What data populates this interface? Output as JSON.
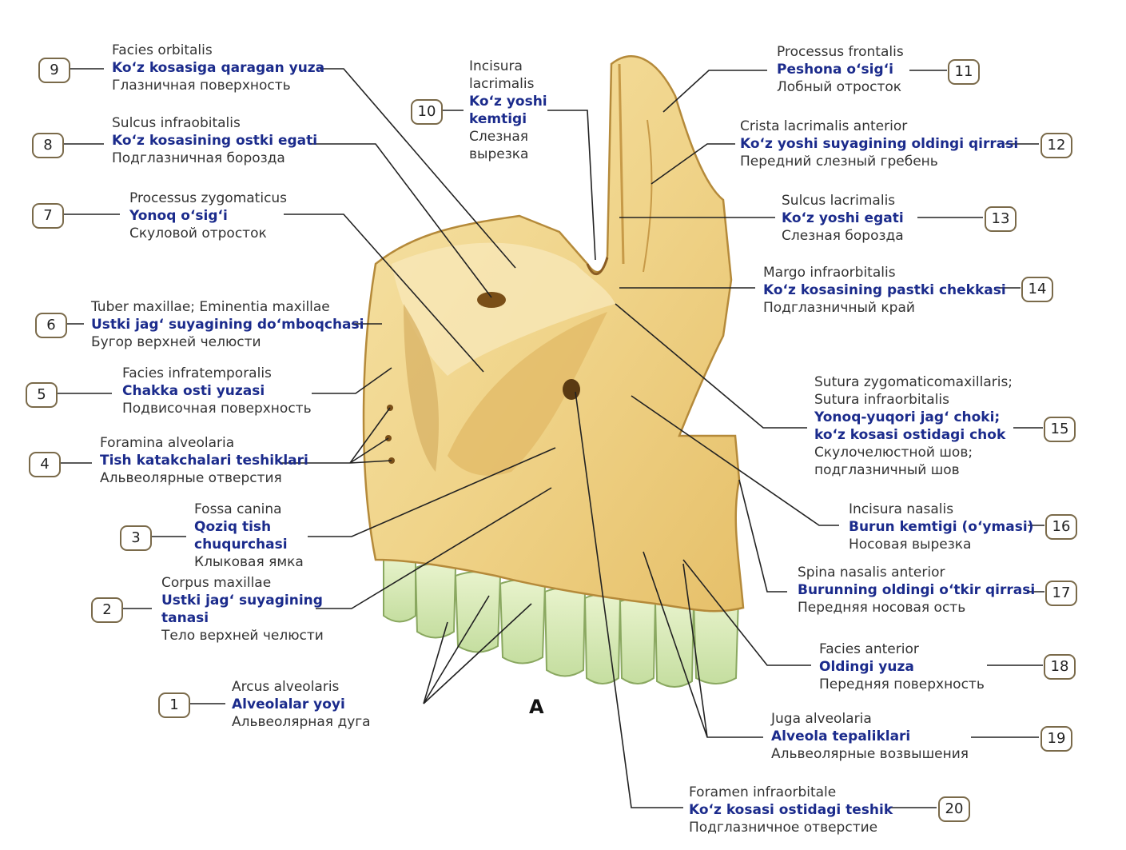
{
  "figure_letter": "A",
  "labels": [
    {
      "n": "9",
      "lat": [
        "Facies orbitalis"
      ],
      "uz": [
        "Ko‘z kosasiga qaragan yuza"
      ],
      "ru": [
        "Глазничная поверхность"
      ]
    },
    {
      "n": "8",
      "lat": [
        "Sulcus infraobitalis"
      ],
      "uz": [
        "Ko‘z kosasining ostki egati"
      ],
      "ru": [
        "Подглазничная борозда"
      ]
    },
    {
      "n": "7",
      "lat": [
        "Processus zygomaticus"
      ],
      "uz": [
        "Yonoq o‘sig‘i"
      ],
      "ru": [
        "Скуловой отросток"
      ]
    },
    {
      "n": "6",
      "lat": [
        "Tuber maxillae; Eminentia maxillae"
      ],
      "uz": [
        "Ustki jag‘ suyagining do‘mboqchasi"
      ],
      "ru": [
        "Бугор верхней челюсти"
      ]
    },
    {
      "n": "5",
      "lat": [
        "Facies infratemporalis"
      ],
      "uz": [
        "Chakka osti yuzasi"
      ],
      "ru": [
        "Подвисочная поверхность"
      ]
    },
    {
      "n": "4",
      "lat": [
        "Foramina alveolaria"
      ],
      "uz": [
        "Tish katakchalari teshiklari"
      ],
      "ru": [
        "Альвеолярные отверстия"
      ]
    },
    {
      "n": "3",
      "lat": [
        "Fossa canina"
      ],
      "uz": [
        "Qoziq tish",
        "chuqurchasi"
      ],
      "ru": [
        "Клыковая ямка"
      ]
    },
    {
      "n": "2",
      "lat": [
        "Corpus maxillae"
      ],
      "uz": [
        "Ustki jag‘ suyagining",
        "tanasi"
      ],
      "ru": [
        "Тело верхней челюсти"
      ]
    },
    {
      "n": "1",
      "lat": [
        "Arcus alveolaris"
      ],
      "uz": [
        "Alveolalar yoyi"
      ],
      "ru": [
        "Альвеолярная дуга"
      ]
    },
    {
      "n": "10",
      "lat": [
        "Incisura",
        "lacrimalis"
      ],
      "uz": [
        "Ko‘z yoshi",
        "kemtigi"
      ],
      "ru": [
        "Слезная",
        "вырезка"
      ]
    },
    {
      "n": "11",
      "lat": [
        "Processus frontalis"
      ],
      "uz": [
        "Peshona o‘sig‘i"
      ],
      "ru": [
        "Лобный отросток"
      ]
    },
    {
      "n": "12",
      "lat": [
        "Crista lacrimalis anterior"
      ],
      "uz": [
        "Ko‘z yoshi suyagining oldingi qirrasi"
      ],
      "ru": [
        "Передний слезный гребень"
      ]
    },
    {
      "n": "13",
      "lat": [
        "Sulcus lacrimalis"
      ],
      "uz": [
        "Ko‘z yoshi egati"
      ],
      "ru": [
        "Слезная борозда"
      ]
    },
    {
      "n": "14",
      "lat": [
        "Margo infraorbitalis"
      ],
      "uz": [
        "Ko‘z kosasining pastki chekkasi"
      ],
      "ru": [
        "Подглазничный край"
      ]
    },
    {
      "n": "15",
      "lat": [
        "Sutura zygomaticomaxillaris;",
        "Sutura infraorbitalis"
      ],
      "uz": [
        "Yonoq-yuqori jag‘ choki;",
        "ko‘z kosasi ostidagi chok"
      ],
      "ru": [
        "Скулочелюстной шов;",
        "подглазничный шов"
      ]
    },
    {
      "n": "16",
      "lat": [
        "Incisura nasalis"
      ],
      "uz": [
        "Burun kemtigi (o‘ymasi)"
      ],
      "ru": [
        "Носовая вырезка"
      ]
    },
    {
      "n": "17",
      "lat": [
        "Spina nasalis anterior"
      ],
      "uz": [
        "Burunning oldingi o‘tkir qirrasi"
      ],
      "ru": [
        "Передняя носовая ость"
      ]
    },
    {
      "n": "18",
      "lat": [
        "Facies anterior"
      ],
      "uz": [
        "Oldingi yuza"
      ],
      "ru": [
        "Передняя поверхность"
      ]
    },
    {
      "n": "19",
      "lat": [
        "Juga alveolaria"
      ],
      "uz": [
        "Alveola tepaliklari"
      ],
      "ru": [
        "Альвеолярные возвышения"
      ]
    },
    {
      "n": "20",
      "lat": [
        "Foramen infraorbitale"
      ],
      "uz": [
        "Ko‘z kosasi ostidagi teshik"
      ],
      "ru": [
        "Подглазничное отверстие"
      ]
    }
  ]
}
